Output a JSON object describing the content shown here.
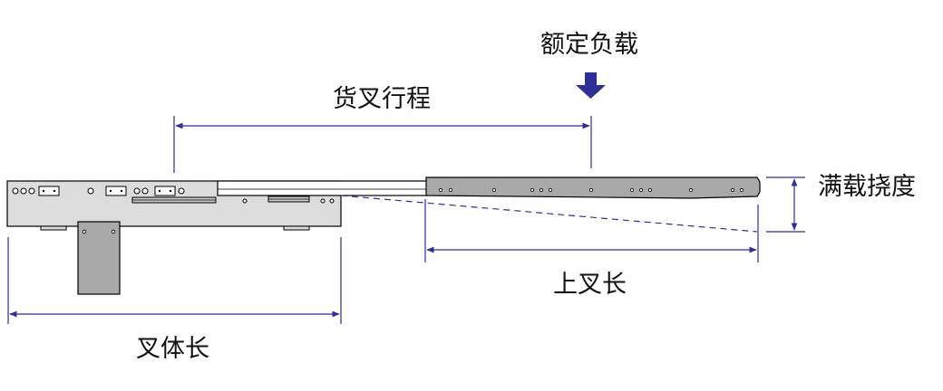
{
  "labels": {
    "rated_load": "额定负载",
    "fork_stroke": "货叉行程",
    "full_load_deflection": "满载挠度",
    "upper_fork_length": "上叉长",
    "fork_body_length": "叉体长"
  },
  "colors": {
    "dimension_line": "#2e3192",
    "load_arrow": "#2e3192",
    "body_fill": "#dcdcdc",
    "upper_fork_fill": "#a9a9a9",
    "outline": "#000000",
    "text": "#111111"
  },
  "icons": {
    "load_arrow": "down-arrow-icon"
  }
}
